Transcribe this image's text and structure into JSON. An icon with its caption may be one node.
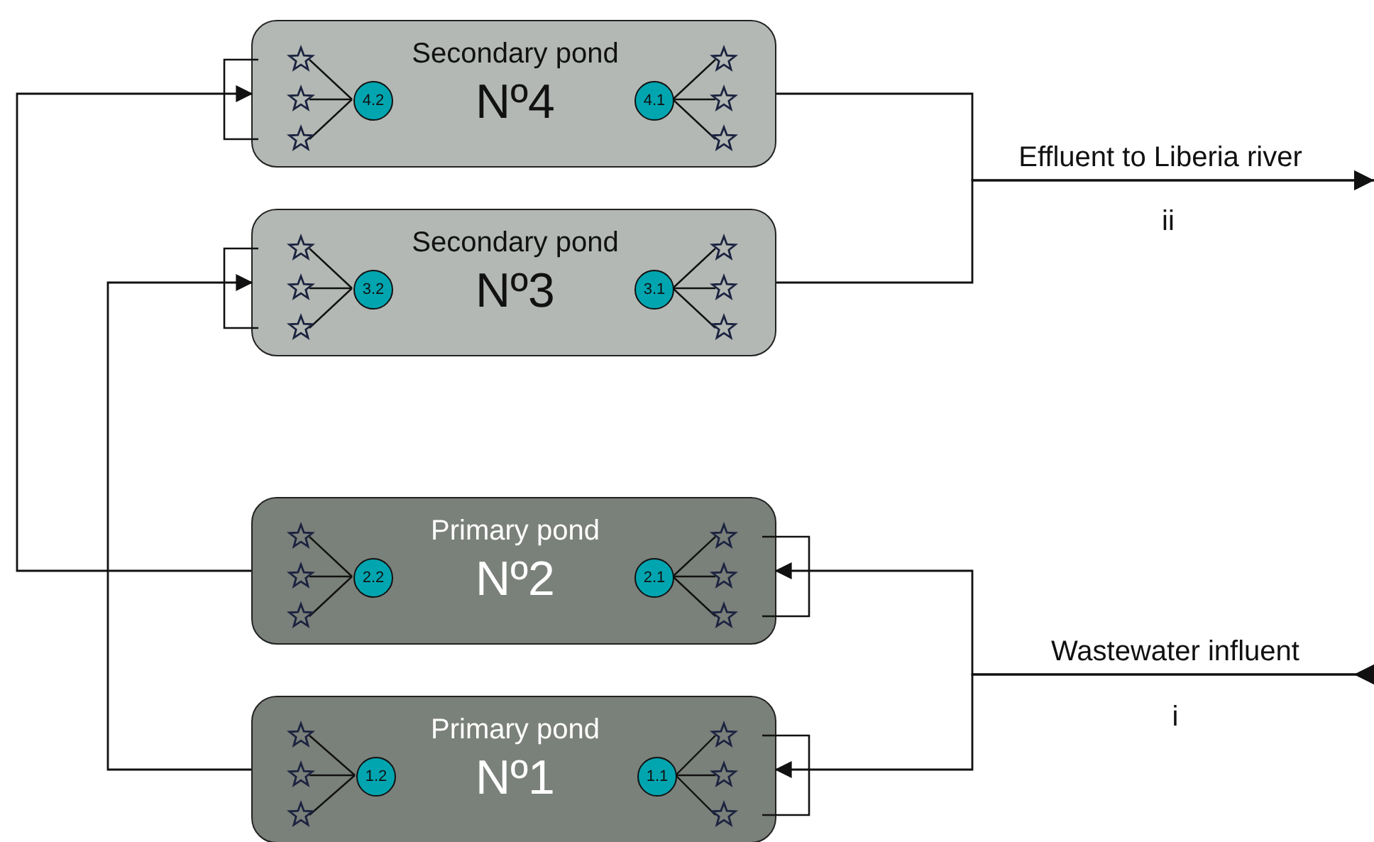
{
  "diagram": {
    "nodes": [
      {
        "text": [
          "Secondary pond",
          "Nº4"
        ]
      },
      {
        "text": [
          "4.2"
        ],
        "in": 0
      },
      {
        "text": [
          "4.1"
        ],
        "in": 0
      },
      {
        "text": [
          "Secondary pond",
          "Nº3"
        ]
      },
      {
        "text": [
          "3.2"
        ],
        "in": 3
      },
      {
        "text": [
          "3.1"
        ],
        "in": 3
      },
      {
        "text": [
          "Primary pond",
          "Nº2"
        ]
      },
      {
        "text": [
          "2.2"
        ],
        "in": 6
      },
      {
        "text": [
          "2.1"
        ],
        "in": 6
      },
      {
        "text": [
          "Primary pond",
          "Nº1"
        ]
      },
      {
        "text": [
          "1.2"
        ],
        "in": 9
      },
      {
        "text": [
          "1.1"
        ],
        "in": 9
      }
    ],
    "edges": [
      {
        "from": null,
        "to": 6,
        "arrow": "to"
      },
      {
        "from": null,
        "to": 9,
        "arrow": "to"
      },
      {
        "from": 6,
        "to": 0,
        "arrow": "to"
      },
      {
        "from": 9,
        "to": 3,
        "arrow": "to"
      },
      {
        "from": 0,
        "to": null,
        "arrow": "to"
      },
      {
        "from": 3,
        "to": null,
        "arrow": "to"
      }
    ],
    "labels": [
      "Effluent to Liberia river",
      "ii",
      "Wastewater influent",
      "i"
    ]
  }
}
